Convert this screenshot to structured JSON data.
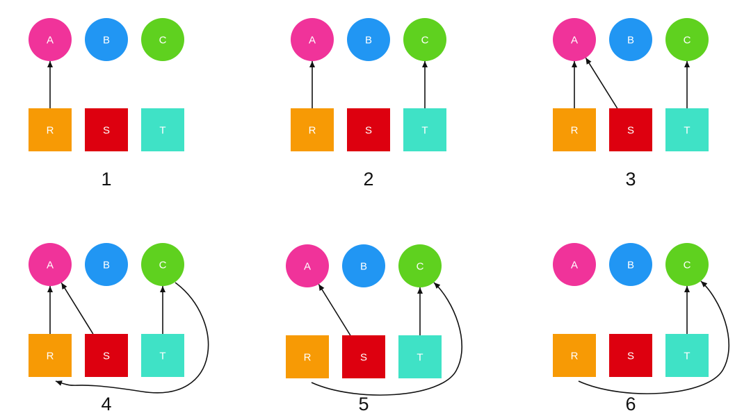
{
  "colors": {
    "A": "#f0339a",
    "B": "#2196f3",
    "C": "#5fd11f",
    "R": "#f79a05",
    "S": "#dd000f",
    "T": "#3fe2c6",
    "edge": "#111111",
    "text": "#ffffff"
  },
  "panels": [
    {
      "id": 1,
      "label": "1",
      "top_nodes": [
        "A",
        "B",
        "C"
      ],
      "bottom_nodes": [
        "R",
        "S",
        "T"
      ],
      "edges": [
        {
          "from": "R",
          "to": "A"
        }
      ]
    },
    {
      "id": 2,
      "label": "2",
      "top_nodes": [
        "A",
        "B",
        "C"
      ],
      "bottom_nodes": [
        "R",
        "S",
        "T"
      ],
      "edges": [
        {
          "from": "R",
          "to": "A"
        },
        {
          "from": "T",
          "to": "C"
        }
      ]
    },
    {
      "id": 3,
      "label": "3",
      "top_nodes": [
        "A",
        "B",
        "C"
      ],
      "bottom_nodes": [
        "R",
        "S",
        "T"
      ],
      "edges": [
        {
          "from": "R",
          "to": "A"
        },
        {
          "from": "S",
          "to": "A"
        },
        {
          "from": "T",
          "to": "C"
        }
      ]
    },
    {
      "id": 4,
      "label": "4",
      "top_nodes": [
        "A",
        "B",
        "C"
      ],
      "bottom_nodes": [
        "R",
        "S",
        "T"
      ],
      "edges": [
        {
          "from": "R",
          "to": "A"
        },
        {
          "from": "S",
          "to": "A"
        },
        {
          "from": "T",
          "to": "C"
        },
        {
          "from": "C",
          "to": "R",
          "curved": true
        }
      ]
    },
    {
      "id": 5,
      "label": "5",
      "top_nodes": [
        "A",
        "B",
        "C"
      ],
      "bottom_nodes": [
        "R",
        "S",
        "T"
      ],
      "edges": [
        {
          "from": "S",
          "to": "A"
        },
        {
          "from": "T",
          "to": "C"
        },
        {
          "from": "R",
          "to": "C",
          "curved": true
        }
      ]
    },
    {
      "id": 6,
      "label": "6",
      "top_nodes": [
        "A",
        "B",
        "C"
      ],
      "bottom_nodes": [
        "R",
        "S",
        "T"
      ],
      "edges": [
        {
          "from": "T",
          "to": "C"
        },
        {
          "from": "R",
          "to": "C",
          "curved": true
        }
      ]
    }
  ]
}
